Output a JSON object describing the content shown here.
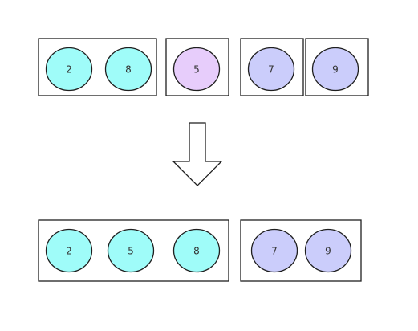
{
  "colors": {
    "cyan": "#9ffcf9",
    "pink": "#e7cdfb",
    "lavender": "#cbcdfb",
    "stroke": "#1f1f1f",
    "arrow_fill": "#ffffff"
  },
  "before": {
    "groups": [
      {
        "nodes": [
          {
            "label": "2",
            "color": "cyan"
          },
          {
            "label": "8",
            "color": "cyan"
          }
        ]
      },
      {
        "nodes": [
          {
            "label": "5",
            "color": "pink"
          }
        ]
      },
      {
        "nodes": [
          {
            "label": "7",
            "color": "lavender"
          }
        ]
      },
      {
        "nodes": [
          {
            "label": "9",
            "color": "lavender"
          }
        ]
      }
    ]
  },
  "after": {
    "groups": [
      {
        "nodes": [
          {
            "label": "2",
            "color": "cyan"
          },
          {
            "label": "5",
            "color": "cyan"
          },
          {
            "label": "8",
            "color": "cyan"
          }
        ]
      },
      {
        "nodes": [
          {
            "label": "7",
            "color": "lavender"
          },
          {
            "label": "9",
            "color": "lavender"
          }
        ]
      }
    ]
  },
  "arrow": {
    "direction": "down"
  }
}
